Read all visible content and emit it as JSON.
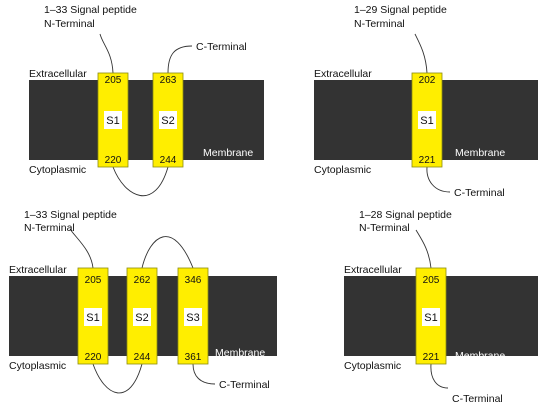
{
  "colors": {
    "membrane": "#333333",
    "helix": "#ffee00",
    "line": "#333333"
  },
  "panels": [
    {
      "signal_peptide": "1–33 Signal peptide",
      "n_terminal": "N-Terminal",
      "extracellular": "Extracellular",
      "cytoplasmic": "Cytoplasmic",
      "membrane": "Membrane",
      "c_terminal": "C-Terminal",
      "segments": [
        {
          "label": "S1",
          "top": "205",
          "bottom": "220"
        },
        {
          "label": "S2",
          "top": "263",
          "bottom": "244"
        }
      ]
    },
    {
      "signal_peptide": "1–29 Signal peptide",
      "n_terminal": "N-Terminal",
      "extracellular": "Extracellular",
      "cytoplasmic": "Cytoplasmic",
      "membrane": "Membrane",
      "c_terminal": "C-Terminal",
      "segments": [
        {
          "label": "S1",
          "top": "202",
          "bottom": "221"
        }
      ]
    },
    {
      "signal_peptide": "1–33 Signal peptide",
      "n_terminal": "N-Terminal",
      "extracellular": "Extracellular",
      "cytoplasmic": "Cytoplasmic",
      "membrane": "Membrane",
      "c_terminal": "C-Terminal",
      "segments": [
        {
          "label": "S1",
          "top": "205",
          "bottom": "220"
        },
        {
          "label": "S2",
          "top": "262",
          "bottom": "244"
        },
        {
          "label": "S3",
          "top": "346",
          "bottom": "361"
        }
      ]
    },
    {
      "signal_peptide": "1–28 Signal peptide",
      "n_terminal": "N-Terminal",
      "extracellular": "Extracellular",
      "cytoplasmic": "Cytoplasmic",
      "membrane": "Membrane",
      "c_terminal": "C-Terminal",
      "segments": [
        {
          "label": "S1",
          "top": "205",
          "bottom": "221"
        }
      ]
    }
  ]
}
